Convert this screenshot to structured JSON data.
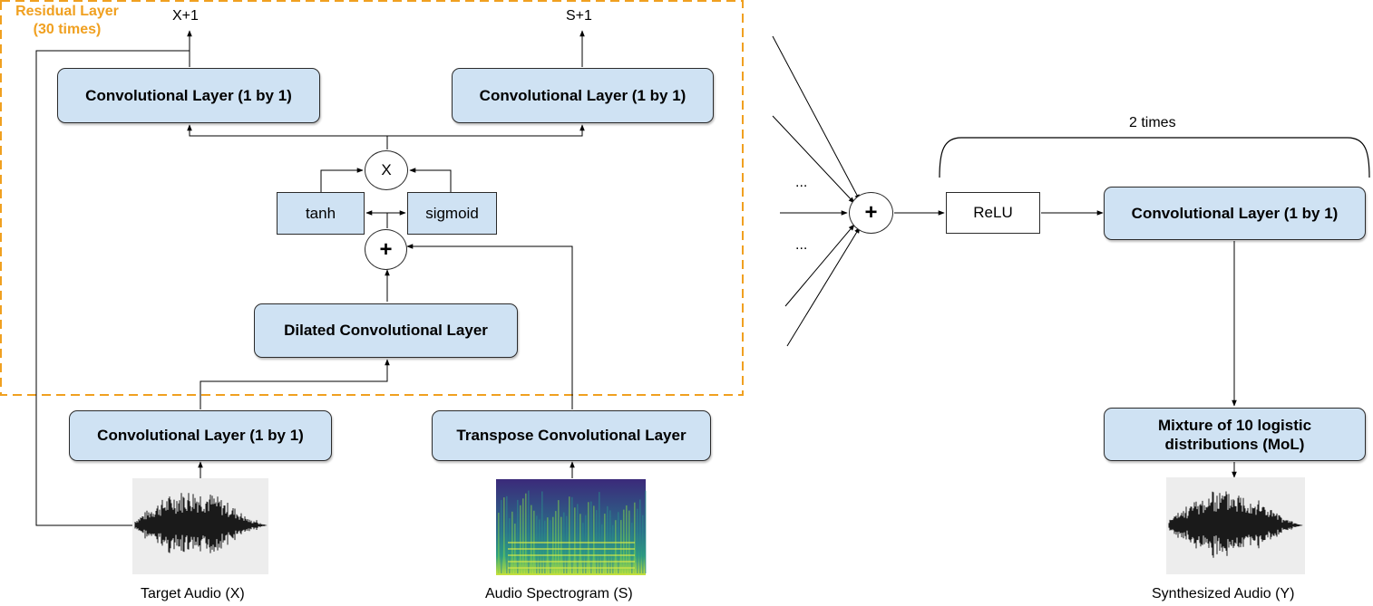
{
  "residual": {
    "title_line1": "Residual Layer",
    "title_line2": "(30 times)",
    "color": "#f0a020"
  },
  "outputs": {
    "x_next": "X+1",
    "s_next": "S+1"
  },
  "blocks": {
    "conv_top_left": "Convolutional Layer (1 by 1)",
    "conv_top_right": "Convolutional Layer (1 by 1)",
    "tanh": "tanh",
    "sigmoid": "sigmoid",
    "dilated": "Dilated Convolutional Layer",
    "conv_input": "Convolutional Layer (1 by 1)",
    "transpose": "Transpose Convolutional Layer",
    "relu": "ReLU",
    "conv_post": "Convolutional Layer (1 by 1)",
    "mol": "Mixture of 10 logistic distributions (MoL)"
  },
  "operators": {
    "multiply": "X",
    "add_gate": "+",
    "add_skip": "+"
  },
  "ellipsis": {
    "upper": "...",
    "lower": "..."
  },
  "repeat_label": "2 times",
  "captions": {
    "target_audio": "Target Audio (X)",
    "spectrogram": "Audio Spectrogram (S)",
    "synthesized": "Synthesized Audio (Y)"
  },
  "colors": {
    "block_fill": "#cfe2f3",
    "stroke": "#2b2b2b",
    "dashed_border": "#f0a020"
  }
}
